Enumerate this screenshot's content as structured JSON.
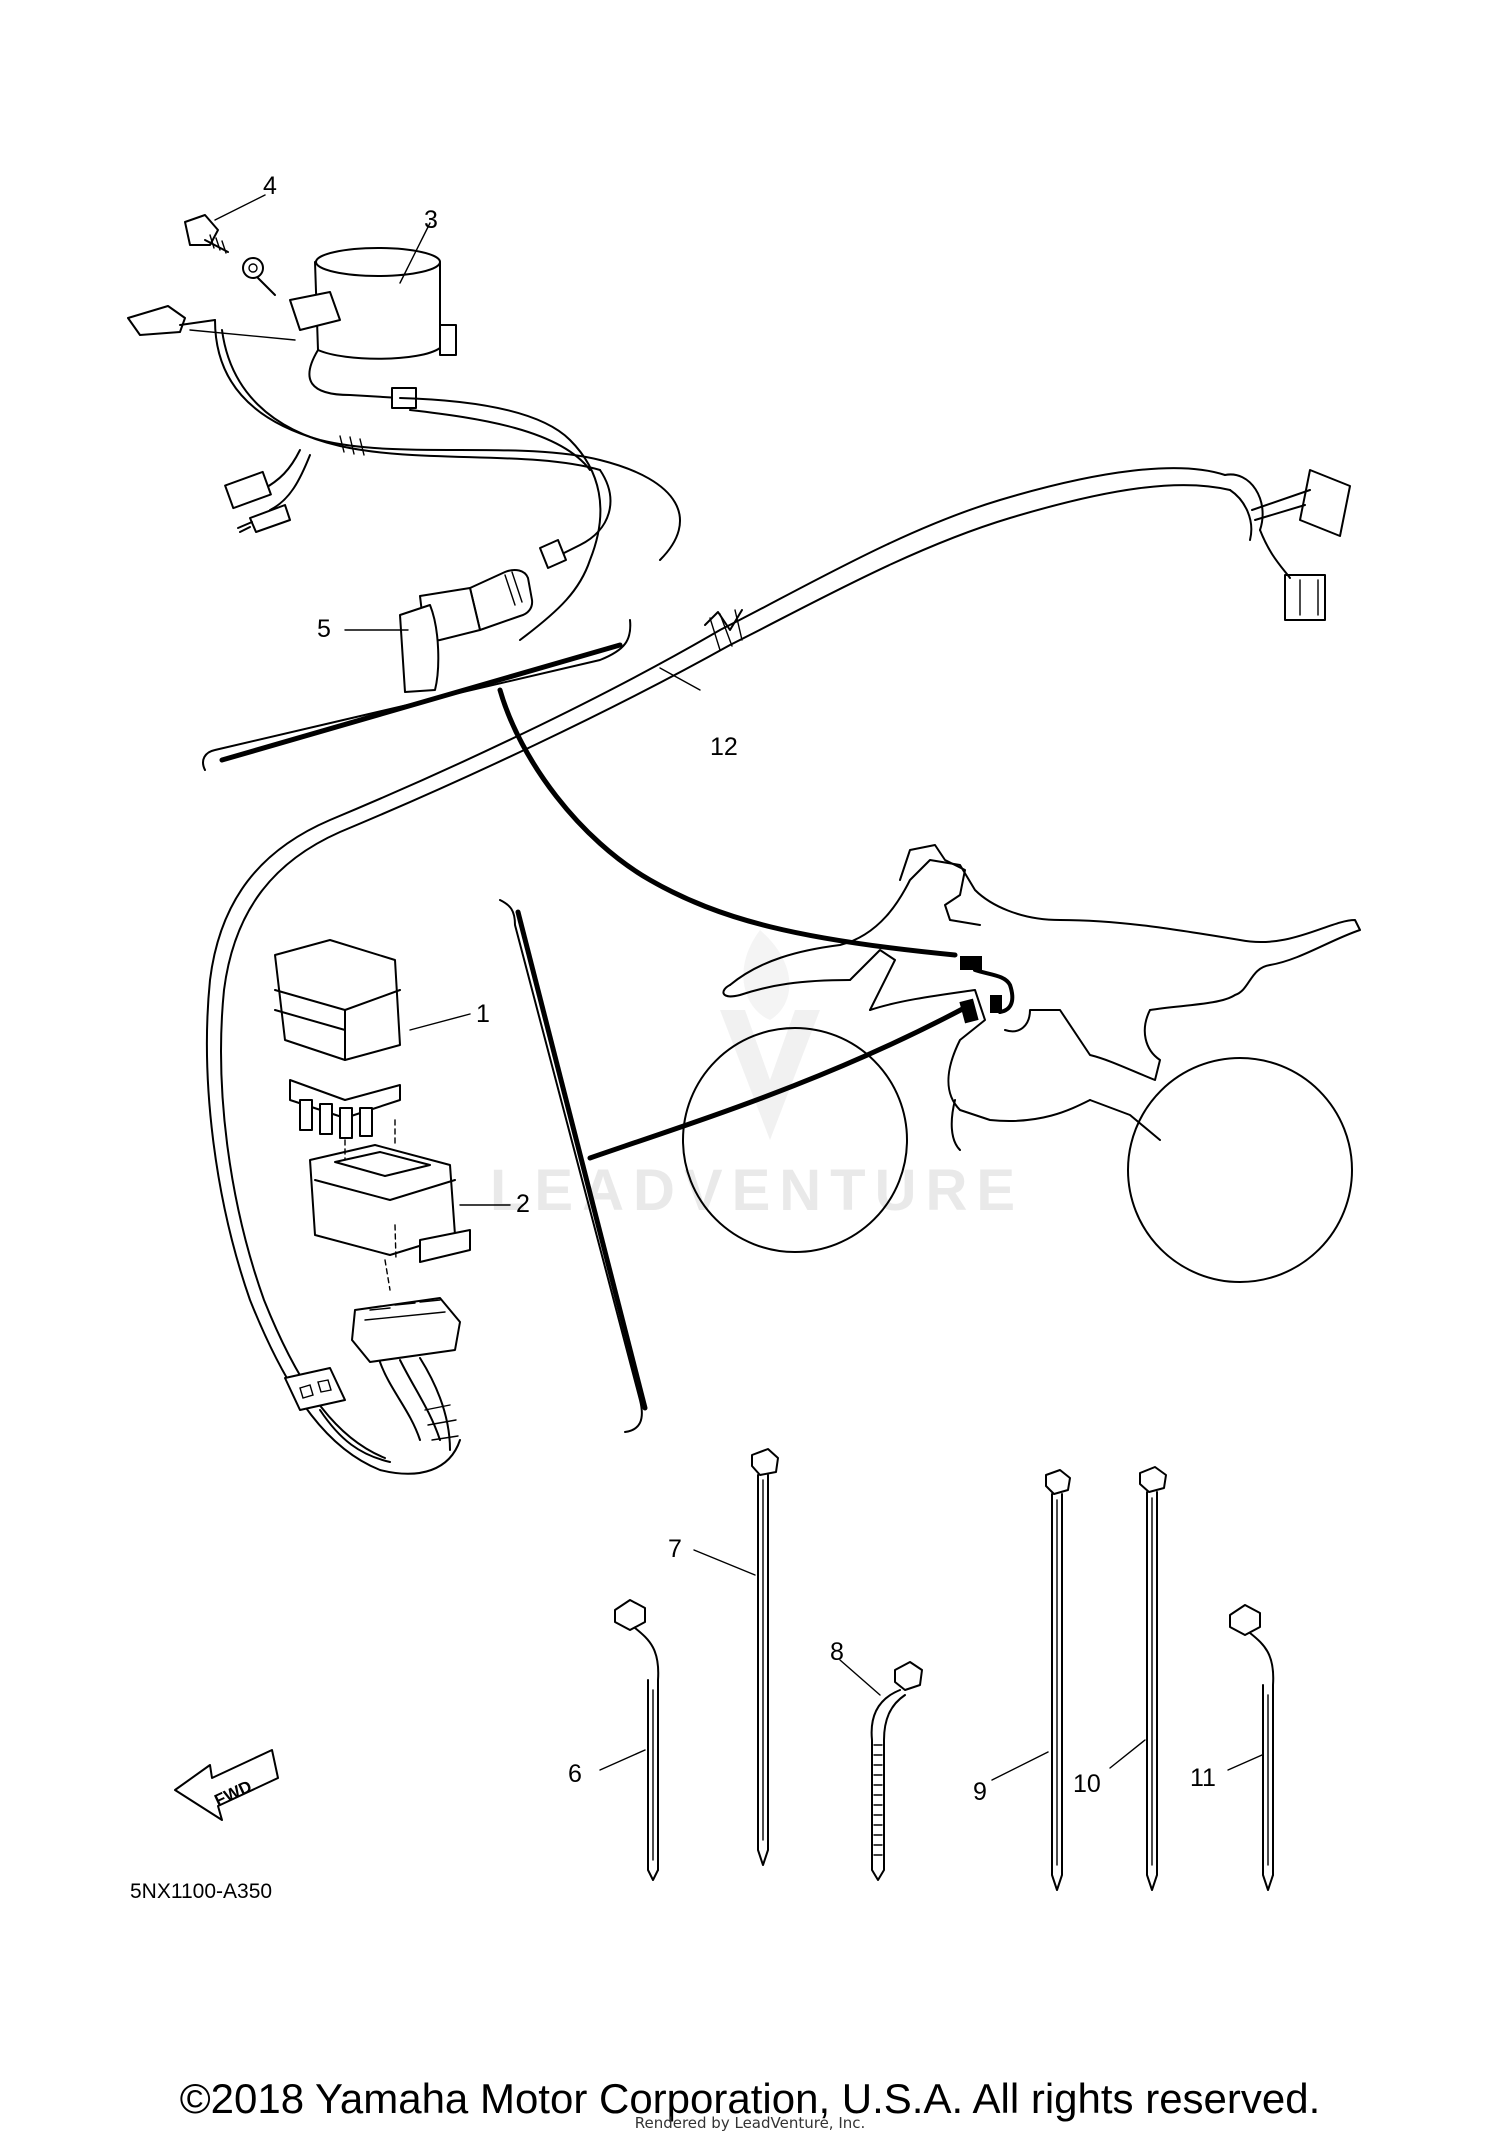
{
  "diagram": {
    "part_labels": [
      "1",
      "2",
      "3",
      "4",
      "5",
      "6",
      "7",
      "8",
      "9",
      "10",
      "11",
      "12"
    ],
    "diagram_code": "5NX1100-A350",
    "direction_marker": "FWD",
    "watermark": "LEADVENTURE"
  },
  "footer": {
    "copyright": "©2018 Yamaha Motor Corporation, U.S.A. All rights reserved.",
    "rendered_by": "Rendered by LeadVenture, Inc."
  }
}
